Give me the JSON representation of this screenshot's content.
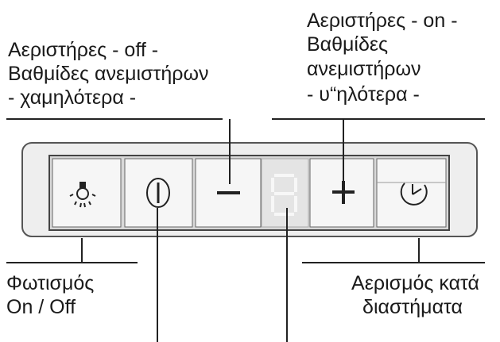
{
  "labels": {
    "fan_down": [
      "Αεριστήρες - off -",
      "Βαθμίδες ανεμιστήρων",
      "- χαμηλότερα -"
    ],
    "fan_up": [
      "Αεριστήρες - on -",
      "Βαθμίδες",
      "ανεμιστήρων",
      "- υ“ηλότερα -"
    ],
    "light": [
      "Φωτισμός",
      "On / Off"
    ],
    "interval": [
      "Αερισμός κατά",
      "διαστήματα"
    ]
  },
  "buttons": [
    {
      "name": "light",
      "icon": "light-bulb-icon"
    },
    {
      "name": "power",
      "icon": "power-icon"
    },
    {
      "name": "minus",
      "icon": "minus-icon"
    },
    {
      "name": "display",
      "icon": "seven-segment-display"
    },
    {
      "name": "plus",
      "icon": "plus-icon"
    },
    {
      "name": "timer",
      "icon": "timer-icon"
    }
  ]
}
